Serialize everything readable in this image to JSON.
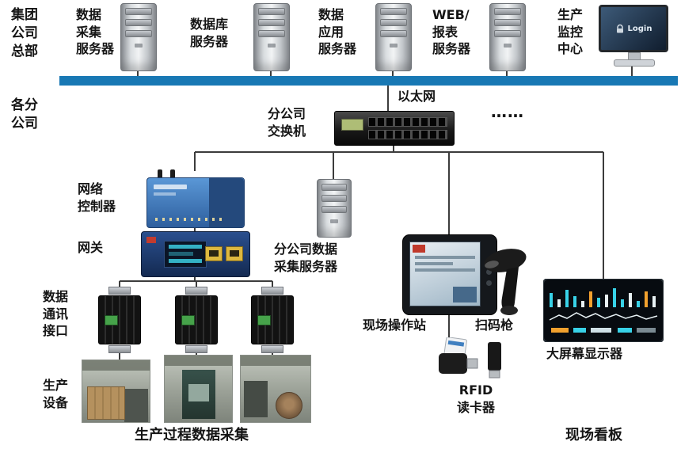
{
  "sections": {
    "hq": "集团\n公司\n总部",
    "branch": "各分\n公司"
  },
  "top_row": {
    "server1_label": "数据\n采集\n服务器",
    "server2_label": "数据库\n服务器",
    "server3_label": "数据\n应用\n服务器",
    "server4_label": "WEB/\n报表\n服务器",
    "monitor_label": "生产\n监控\n中心",
    "monitor_screen_text": "Login"
  },
  "network": {
    "ethernet_label": "以太网",
    "switch_label": "分公司\n交换机",
    "continuation_dots": "……",
    "controller_label": "网络\n控制器",
    "gateway_label": "网关",
    "branch_server_label": "分公司数据\n采集服务器"
  },
  "field": {
    "io_label": "数据\n通讯\n接口",
    "equipment_label": "生产\n设备",
    "station_label": "现场操作站",
    "scanner_label": "扫码枪",
    "rfid_label": "RFID\n读卡器",
    "display_label": "大屏幕显示器"
  },
  "footers": {
    "process": "生产过程数据采集",
    "kanban": "现场看板"
  },
  "colors": {
    "backbone_blue": "#1878b4",
    "device_blue": "#2e5f9e"
  }
}
